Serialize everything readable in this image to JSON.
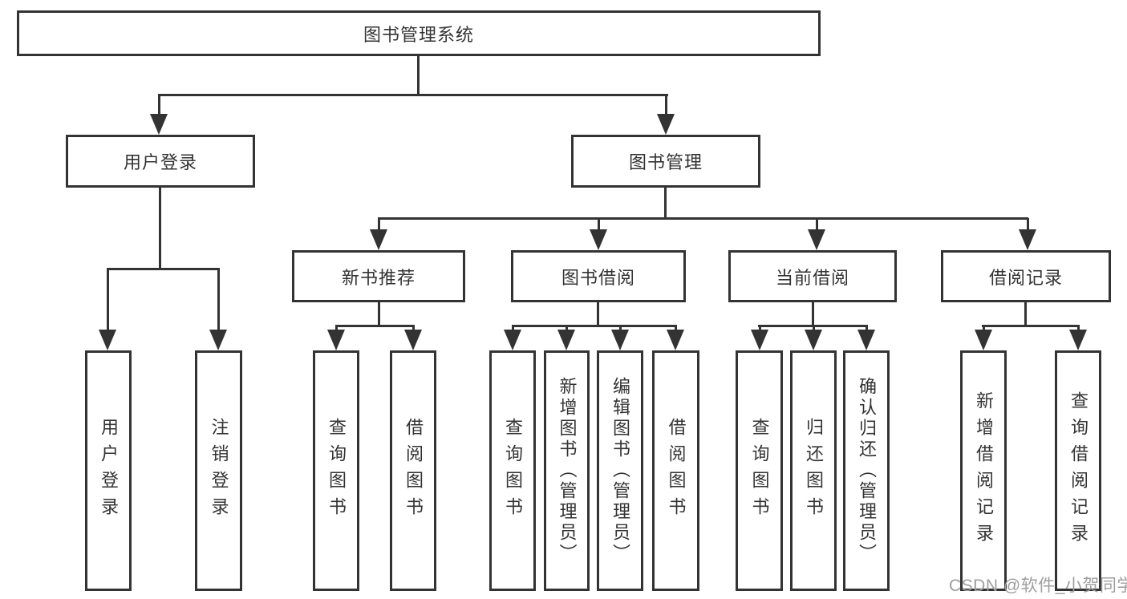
{
  "diagram": {
    "colors": {
      "line": "#333333",
      "text": "#333333",
      "watermark": "#9e9e9e",
      "background": "#ffffff"
    },
    "nodes": {
      "root": {
        "label": "图书管理系统"
      },
      "user_login": {
        "label": "用户登录"
      },
      "book_management": {
        "label": "图书管理"
      },
      "new_book_recommend": {
        "label": "新书推荐"
      },
      "book_borrowing": {
        "label": "图书借阅"
      },
      "current_borrowing": {
        "label": "当前借阅"
      },
      "borrowing_records": {
        "label": "借阅记录"
      },
      "leaf_user_login": {
        "label": "用户登录"
      },
      "leaf_logout": {
        "label": "注销登录"
      },
      "leaf_query_books_1": {
        "label": "查询图书"
      },
      "leaf_borrow_books_1": {
        "label": "借阅图书"
      },
      "leaf_query_books_2": {
        "label": "查询图书"
      },
      "leaf_add_books_admin": {
        "label": "新增图书（管理员）"
      },
      "leaf_edit_books_admin": {
        "label": "编辑图书（管理员）"
      },
      "leaf_borrow_books_2": {
        "label": "借阅图书"
      },
      "leaf_query_books_3": {
        "label": "查询图书"
      },
      "leaf_return_books": {
        "label": "归还图书"
      },
      "leaf_confirm_return_admin": {
        "label": "确认归还（管理员）"
      },
      "leaf_add_borrow_record": {
        "label": "新增借阅记录"
      },
      "leaf_query_borrow_record": {
        "label": "查询借阅记录"
      }
    },
    "watermark": {
      "text": "CSDN @软件_小贺同学",
      "color": "#9e9e9e"
    }
  }
}
